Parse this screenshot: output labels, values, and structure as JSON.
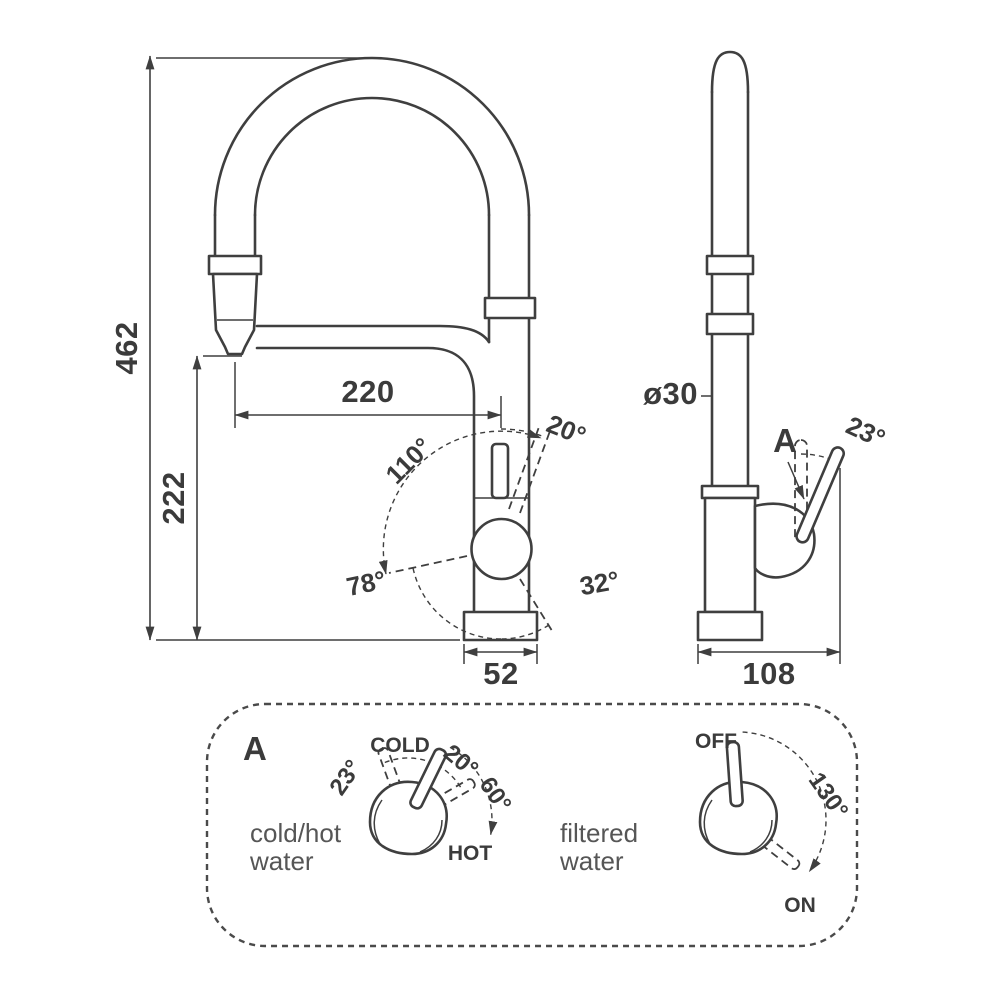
{
  "front_view": {
    "dim_total_height": "462",
    "dim_spout_height": "222",
    "dim_spout_reach": "220",
    "dim_base_width": "52",
    "angle_lever_open": "20°",
    "angle_swing_total": "110°",
    "angle_swing_left": "78°",
    "angle_swing_right": "32°"
  },
  "side_view": {
    "dim_hose_diameter": "ø30",
    "dim_base_depth": "108",
    "angle_lever_tilt": "23°",
    "detail_marker": "A"
  },
  "detail_panel": {
    "marker": "A",
    "cold_hot": {
      "caption_line1": "cold/hot",
      "caption_line2": "water",
      "angle_side_tilt": "23°",
      "label_cold": "COLD",
      "angle_cold_zone": "20°",
      "angle_hot_zone": "60°",
      "label_hot": "HOT"
    },
    "filtered": {
      "caption_line1": "filtered",
      "caption_line2": "water",
      "label_off": "OFF",
      "angle_range": "130°",
      "label_on": "ON"
    }
  },
  "colors": {
    "line": "#3f3f3f",
    "caption": "#565656",
    "background": "#ffffff"
  }
}
